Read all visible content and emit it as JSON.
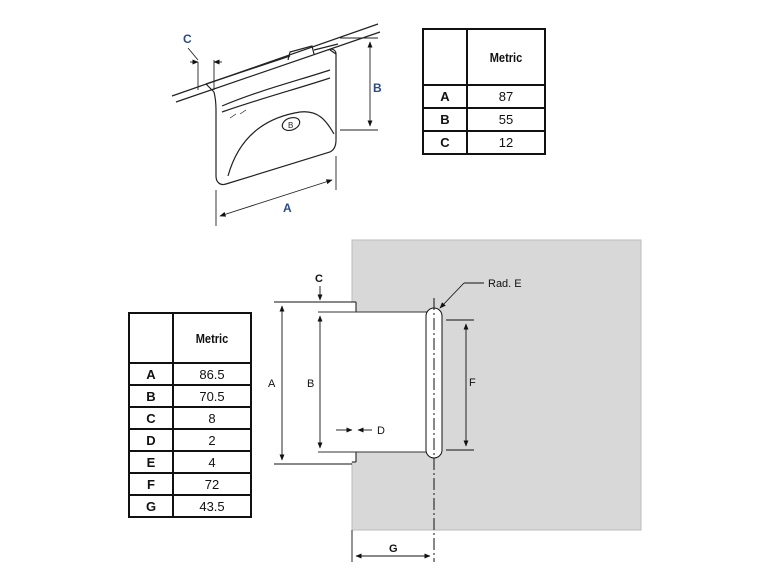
{
  "diagram_top": {
    "labels": {
      "A": "A",
      "B": "B",
      "C": "C"
    },
    "table": {
      "header": "Metric",
      "rows": [
        {
          "key": "A",
          "value": "87"
        },
        {
          "key": "B",
          "value": "55"
        },
        {
          "key": "C",
          "value": "12"
        }
      ]
    },
    "colors": {
      "label_blue": "#2a4a8a",
      "line": "#222222"
    }
  },
  "diagram_bottom": {
    "labels": {
      "A": "A",
      "B": "B",
      "C": "C",
      "D": "D",
      "F": "F",
      "G": "G",
      "rad": "Rad. E"
    },
    "table": {
      "header": "Metric",
      "rows": [
        {
          "key": "A",
          "value": "86.5"
        },
        {
          "key": "B",
          "value": "70.5"
        },
        {
          "key": "C",
          "value": "8"
        },
        {
          "key": "D",
          "value": "2"
        },
        {
          "key": "E",
          "value": "4"
        },
        {
          "key": "F",
          "value": "72"
        },
        {
          "key": "G",
          "value": "43.5"
        }
      ]
    },
    "colors": {
      "panel_fill": "#d8d8d8",
      "line": "#111111"
    }
  }
}
